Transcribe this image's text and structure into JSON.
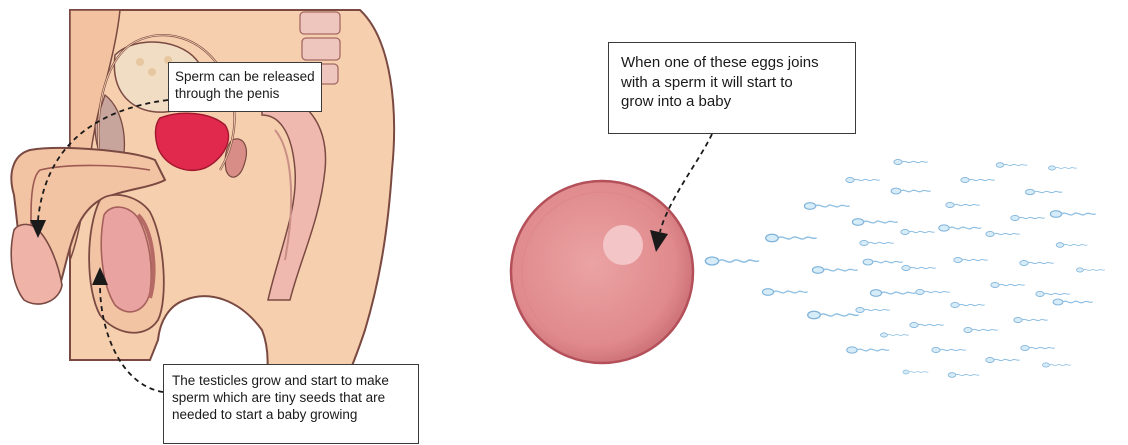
{
  "callouts": {
    "release": {
      "lines": [
        "Sperm can be released",
        "through the penis"
      ]
    },
    "testicles": {
      "lines": [
        "The testicles grow and start to make",
        "sperm which are tiny seeds that are",
        "needed to start a baby growing"
      ]
    },
    "egg": {
      "lines": [
        "When one of these eggs joins",
        "with a sperm it will start to",
        "grow into a baby"
      ]
    }
  },
  "colors": {
    "skin": "#f6cfae",
    "skin_outline": "#7a4a42",
    "organ_pink": "#e9a3a1",
    "prostate_red": "#e0294d",
    "egg_fill": "#e0898c",
    "egg_rim": "#b3505a",
    "sperm_blue": "#9dc7e6",
    "sperm_head": "#d6ecf8",
    "arrow": "#1a1a1a"
  },
  "icons": {
    "egg": "egg-cell-icon",
    "sperm": "sperm-cell-icon"
  }
}
